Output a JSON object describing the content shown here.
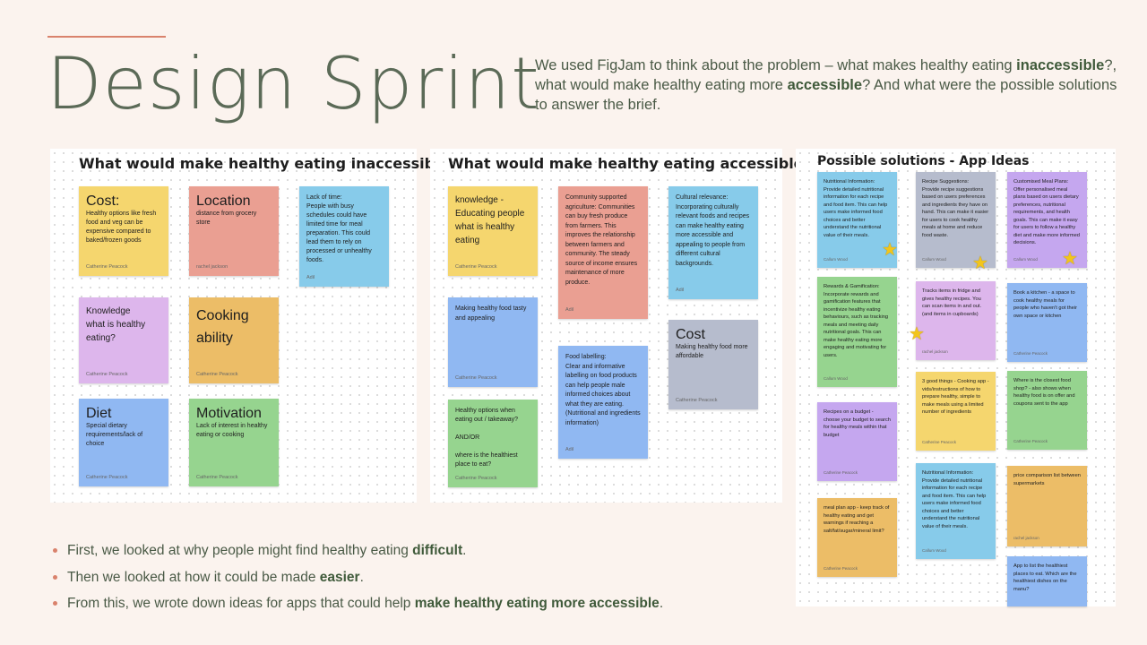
{
  "title": "Design Sprint",
  "intro": {
    "p1": "We used FigJam to think about the problem – what makes healthy eating ",
    "b1": "inaccessible",
    "p2": "?, what would make healthy eating more ",
    "b2": "accessible",
    "p3": "? And what were the possible solutions to answer the brief."
  },
  "colors": {
    "accent": "#d9826c",
    "heading": "#5b6a57",
    "background": "#fbf3ee"
  },
  "board1": {
    "title": "What would make healthy eating inaccessible?",
    "notes": [
      {
        "heading": "Cost:",
        "body": "Healthy options like fresh food and veg can be expensive compared to baked/frozen goods",
        "author": "Catherine Peacock"
      },
      {
        "heading": "Location",
        "body": "distance from grocery store",
        "author": "rachel jackson"
      },
      {
        "heading": "",
        "body": "Lack of time:\nPeople with busy schedules could have limited time for meal preparation. This could lead them to rely on processed or unhealthy foods.",
        "author": "Adil"
      },
      {
        "heading": "",
        "body": "Knowledge\nwhat is healthy\neating?",
        "author": "Catherine Peacock"
      },
      {
        "heading": "Cooking ability",
        "body": "",
        "author": "Catherine Peacock"
      },
      {
        "heading": "Diet",
        "body": "Special dietary requirements/lack of choice",
        "author": "Catherine Peacock"
      },
      {
        "heading": "Motivation",
        "body": "Lack of interest in healthy eating or cooking",
        "author": "Catherine Peacock"
      }
    ]
  },
  "board2": {
    "title": "What would make healthy eating accessible?",
    "notes": [
      {
        "heading": "",
        "body": "knowledge -\nEducating people\nwhat is healthy\neating",
        "author": "Catherine Peacock"
      },
      {
        "heading": "",
        "body": "Community supported agriculture: Communities can buy fresh produce from farmers. This improves the relationship between farmers and community. The steady source of income ensures maintenance of more produce.",
        "author": "Adil"
      },
      {
        "heading": "",
        "body": "Cultural relevance:\nIncorporating culturally relevant foods and recipes can make healthy eating more accessible and appealing to people from different cultural backgrounds.",
        "author": "Adil"
      },
      {
        "heading": "",
        "body": "Making healthy food tasty and appealing",
        "author": "Catherine Peacock"
      },
      {
        "heading": "",
        "body": "Food labelling:\nClear and informative labelling on food products can help people male informed choices about what they are eating.\n(Nutritional and ingredients information)",
        "author": "Adil"
      },
      {
        "heading": "Cost",
        "body": "Making healthy food more affordable",
        "author": "Catherine Peacock"
      },
      {
        "heading": "",
        "body": "Healthy options when eating out / takeaway?\n\nAND/OR\n\nwhere is the healthiest place to eat?",
        "author": "Catherine Peacock"
      }
    ]
  },
  "board3": {
    "title": "Possible solutions - App Ideas",
    "notes": [
      {
        "body": "Nutritional Information:\nProvide detailed nutritional information for each recipe and food item. This can help users make informed food choices and better understand the nutritional value of their meals.",
        "author": "Callum Wood"
      },
      {
        "body": "Recipe Suggestions:\nProvide recipe suggestions based on users preferences and ingredients they have on hand. This can make it easier for users to cook healthy meals at home and reduce food waste.",
        "author": "Callum Wood"
      },
      {
        "body": "Customised Meal Plans:\nOffer personalised meal plans based on users dietary preferences, nutritional requirements, and health goals. This can make it easy for users to follow a healthy diet and make more informed decisions.",
        "author": "Callum Wood"
      },
      {
        "body": "Rewards & Gamification:\nIncorporate rewards and gamification features that incentivize healthy eating behaviours, such as tracking meals and meeting daily nutritional goals. This can make healthy eating more engaging and motivating for users.",
        "author": "Callum Wood"
      },
      {
        "body": "Tracks items in fridge and gives healthy recipes. You can scan items in and out. (and items in cupboards)",
        "author": "rachel jackson"
      },
      {
        "body": "Book a kitchen - a space to cook healthy meals for people who haven't got their own space or kitchen",
        "author": "Catherine Peacock"
      },
      {
        "body": "3 good things - Cooking app - vids/instructions of how to prepare healthy, simple to make meals using a limited number of ingredients",
        "author": "Catherine Peacock"
      },
      {
        "body": "Where is the closest food shop? - also shows when healthy food is on offer and coupons sent to the app",
        "author": "Catherine Peacock"
      },
      {
        "body": "Recipes on a budget - choose your budget to search for healthy meals within that budget",
        "author": "Catherine Peacock"
      },
      {
        "body": "Nutritional Information:\nProvide detailed nutritional information for each recipe and food item. This can help users make informed food choices and better understand the nutritional value of their meals.",
        "author": "Callum Wood"
      },
      {
        "body": "price comparison list between supermarkets",
        "author": "rachel jackson"
      },
      {
        "body": "meal plan app - keep track of healthy eating and get warnings if reaching a salt/fat/sugar/mineral limit?",
        "author": "Catherine Peacock"
      },
      {
        "body": "App to list the healthiest places to eat. Which are the healthiest dishes on the manu?",
        "author": ""
      }
    ]
  },
  "bullets": [
    {
      "text": "First, we looked at why people might find healthy eating ",
      "bold": "difficult",
      "end": "."
    },
    {
      "text": "Then we looked at how it could be made ",
      "bold": "easier",
      "end": "."
    },
    {
      "text": "From this, we wrote down ideas for apps that could help ",
      "bold": "make healthy eating more accessible",
      "end": "."
    }
  ]
}
